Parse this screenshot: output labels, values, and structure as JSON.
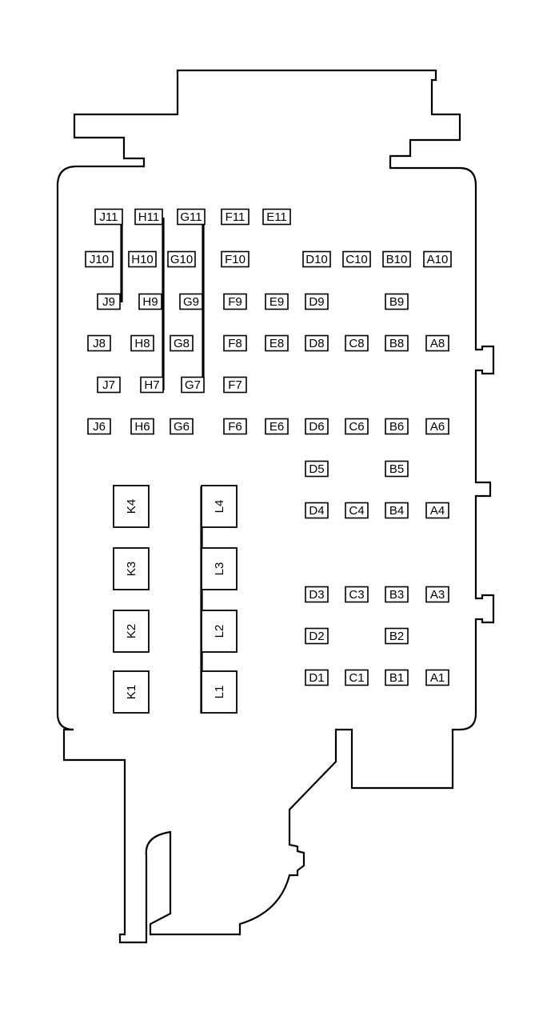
{
  "fuses": [
    {
      "label": "J11"
    },
    {
      "label": "H11"
    },
    {
      "label": "G11"
    },
    {
      "label": "F11"
    },
    {
      "label": "E11"
    },
    {
      "label": "J10"
    },
    {
      "label": "H10"
    },
    {
      "label": "G10"
    },
    {
      "label": "F10"
    },
    {
      "label": "D10"
    },
    {
      "label": "C10"
    },
    {
      "label": "B10"
    },
    {
      "label": "A10"
    },
    {
      "label": "J9"
    },
    {
      "label": "H9"
    },
    {
      "label": "G9"
    },
    {
      "label": "F9"
    },
    {
      "label": "E9"
    },
    {
      "label": "D9"
    },
    {
      "label": "B9"
    },
    {
      "label": "J8"
    },
    {
      "label": "H8"
    },
    {
      "label": "G8"
    },
    {
      "label": "F8"
    },
    {
      "label": "E8"
    },
    {
      "label": "D8"
    },
    {
      "label": "C8"
    },
    {
      "label": "B8"
    },
    {
      "label": "A8"
    },
    {
      "label": "J7"
    },
    {
      "label": "H7"
    },
    {
      "label": "G7"
    },
    {
      "label": "F7"
    },
    {
      "label": "J6"
    },
    {
      "label": "H6"
    },
    {
      "label": "G6"
    },
    {
      "label": "F6"
    },
    {
      "label": "E6"
    },
    {
      "label": "D6"
    },
    {
      "label": "C6"
    },
    {
      "label": "B6"
    },
    {
      "label": "A6"
    },
    {
      "label": "D5"
    },
    {
      "label": "B5"
    },
    {
      "label": "D4"
    },
    {
      "label": "C4"
    },
    {
      "label": "B4"
    },
    {
      "label": "A4"
    },
    {
      "label": "D3"
    },
    {
      "label": "C3"
    },
    {
      "label": "B3"
    },
    {
      "label": "A3"
    },
    {
      "label": "D2"
    },
    {
      "label": "B2"
    },
    {
      "label": "D1"
    },
    {
      "label": "C1"
    },
    {
      "label": "B1"
    },
    {
      "label": "A1"
    }
  ],
  "relays": [
    {
      "label": "K4"
    },
    {
      "label": "K3"
    },
    {
      "label": "K2"
    },
    {
      "label": "K1"
    },
    {
      "label": "L4"
    },
    {
      "label": "L3"
    },
    {
      "label": "L2"
    },
    {
      "label": "L1"
    }
  ]
}
